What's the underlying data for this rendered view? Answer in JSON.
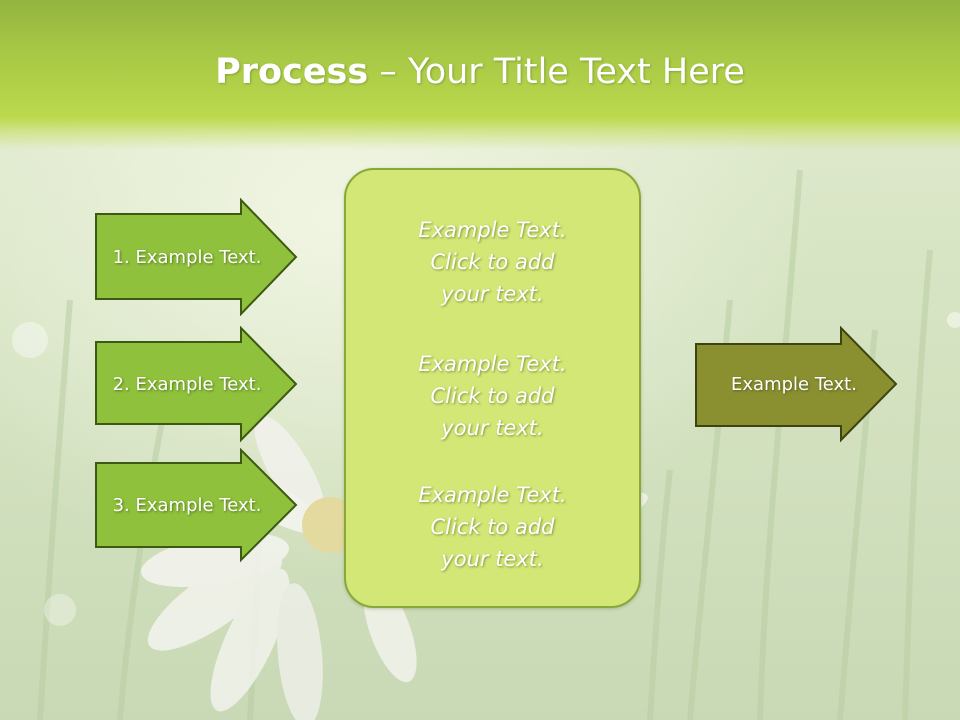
{
  "title": {
    "bold": "Process",
    "dash": " – ",
    "rest": "Your Title Text Here"
  },
  "left_arrows": [
    {
      "label": "1. Example Text."
    },
    {
      "label": "2. Example Text."
    },
    {
      "label": "3. Example Text."
    }
  ],
  "center_blocks": [
    {
      "lines": [
        "Example Text.",
        "Click  to add",
        "your text."
      ]
    },
    {
      "lines": [
        "Example Text.",
        "Click  to add",
        "your text."
      ]
    },
    {
      "lines": [
        "Example Text.",
        "Click  to add",
        "your text."
      ]
    }
  ],
  "right_arrow": {
    "label": "Example Text."
  },
  "colors": {
    "title_bar": "#a7c846",
    "left_arrow_fill": "#8fc13c",
    "left_arrow_stroke": "#3d5a12",
    "center_box_fill": "#d2e775",
    "right_arrow_fill": "#8a8f30",
    "right_arrow_stroke": "#3c4410"
  }
}
